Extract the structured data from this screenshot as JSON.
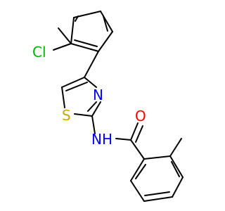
{
  "molecule": {
    "atoms": {
      "chlorine": {
        "symbol": "Cl",
        "color": "#00b000"
      },
      "thiazole_nitrogen": {
        "symbol": "N",
        "color": "#0000ff"
      },
      "thiazole_sulfur": {
        "symbol": "S",
        "color": "#c8a800"
      },
      "amide_nh": {
        "symbol": "NH",
        "color": "#0000ff"
      },
      "carbonyl_oxygen": {
        "symbol": "O",
        "color": "#ff0000"
      }
    },
    "bond_color": "#000000"
  }
}
